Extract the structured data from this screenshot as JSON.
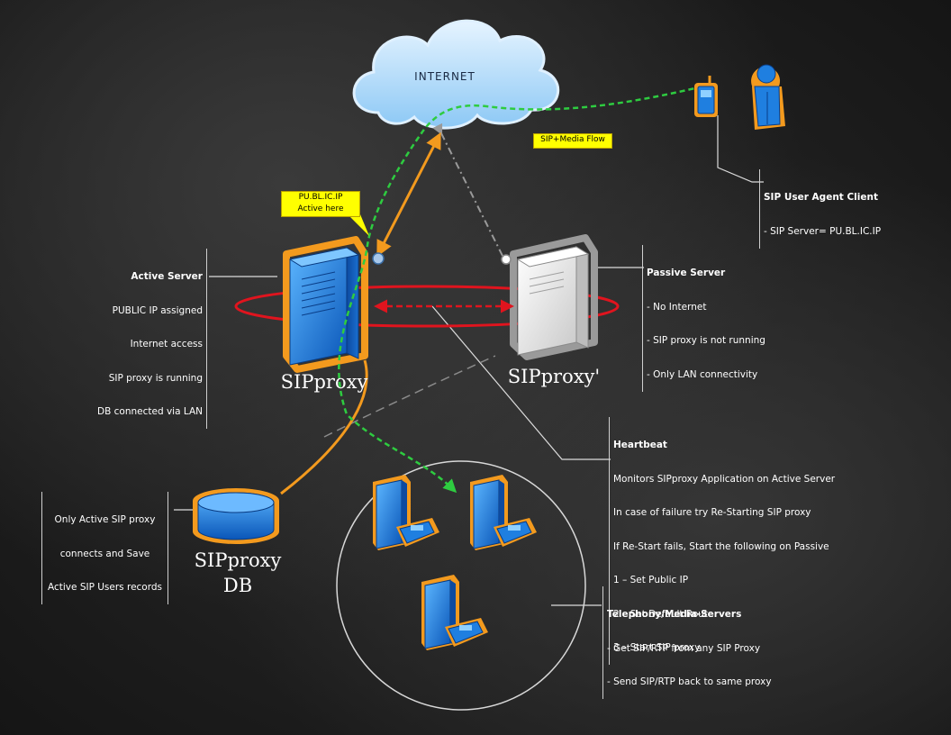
{
  "cloud": {
    "label": "INTERNET"
  },
  "callouts": {
    "sip_media_flow": "SIP+Media Flow",
    "public_ip": {
      "line1": "PU.BL.IC.IP",
      "line2": "Active here"
    }
  },
  "sip_client": {
    "title": "SIP User Agent Client",
    "lines": [
      "- SIP Server= PU.BL.IC.IP"
    ]
  },
  "active_server": {
    "title": "Active Server",
    "lines": [
      "PUBLIC IP assigned",
      "Internet access",
      "SIP proxy is running",
      "DB connected via LAN"
    ],
    "label": "SIPproxy"
  },
  "passive_server": {
    "title": "Passive Server",
    "lines": [
      "- No Internet",
      "- SIP proxy is not running",
      "- Only LAN connectivity"
    ],
    "label": "SIPproxy'"
  },
  "heartbeat": {
    "title": "Heartbeat",
    "lines": [
      "Monitors SIPproxy Application on Active Server",
      "In case of failure try Re-Starting SIP proxy",
      "If Re-Start fails, Start the following on Passive",
      "1 – Set Public IP",
      "2 – Set Default Route",
      "3 – Start SIP proxy"
    ]
  },
  "database": {
    "note_lines": [
      "Only Active SIP proxy",
      "connects and Save",
      "Active SIP Users records"
    ],
    "label_line1": "SIPproxy",
    "label_line2": "DB"
  },
  "telephony": {
    "title": "Telephony/Media-Servers",
    "lines": [
      "- Get SIP/RTP from any SIP Proxy",
      "- Send SIP/RTP back to same proxy"
    ]
  },
  "colors": {
    "orange": "#f39a1e",
    "server_blue": "#1f7fe0",
    "ring_red": "#e0141e",
    "flow_green": "#2ecc40",
    "callout_yellow": "#ffff00"
  },
  "icons": [
    "cloud-icon",
    "mobile-phone-icon",
    "user-person-icon",
    "server-icon",
    "database-icon",
    "telephony-server-icon"
  ]
}
